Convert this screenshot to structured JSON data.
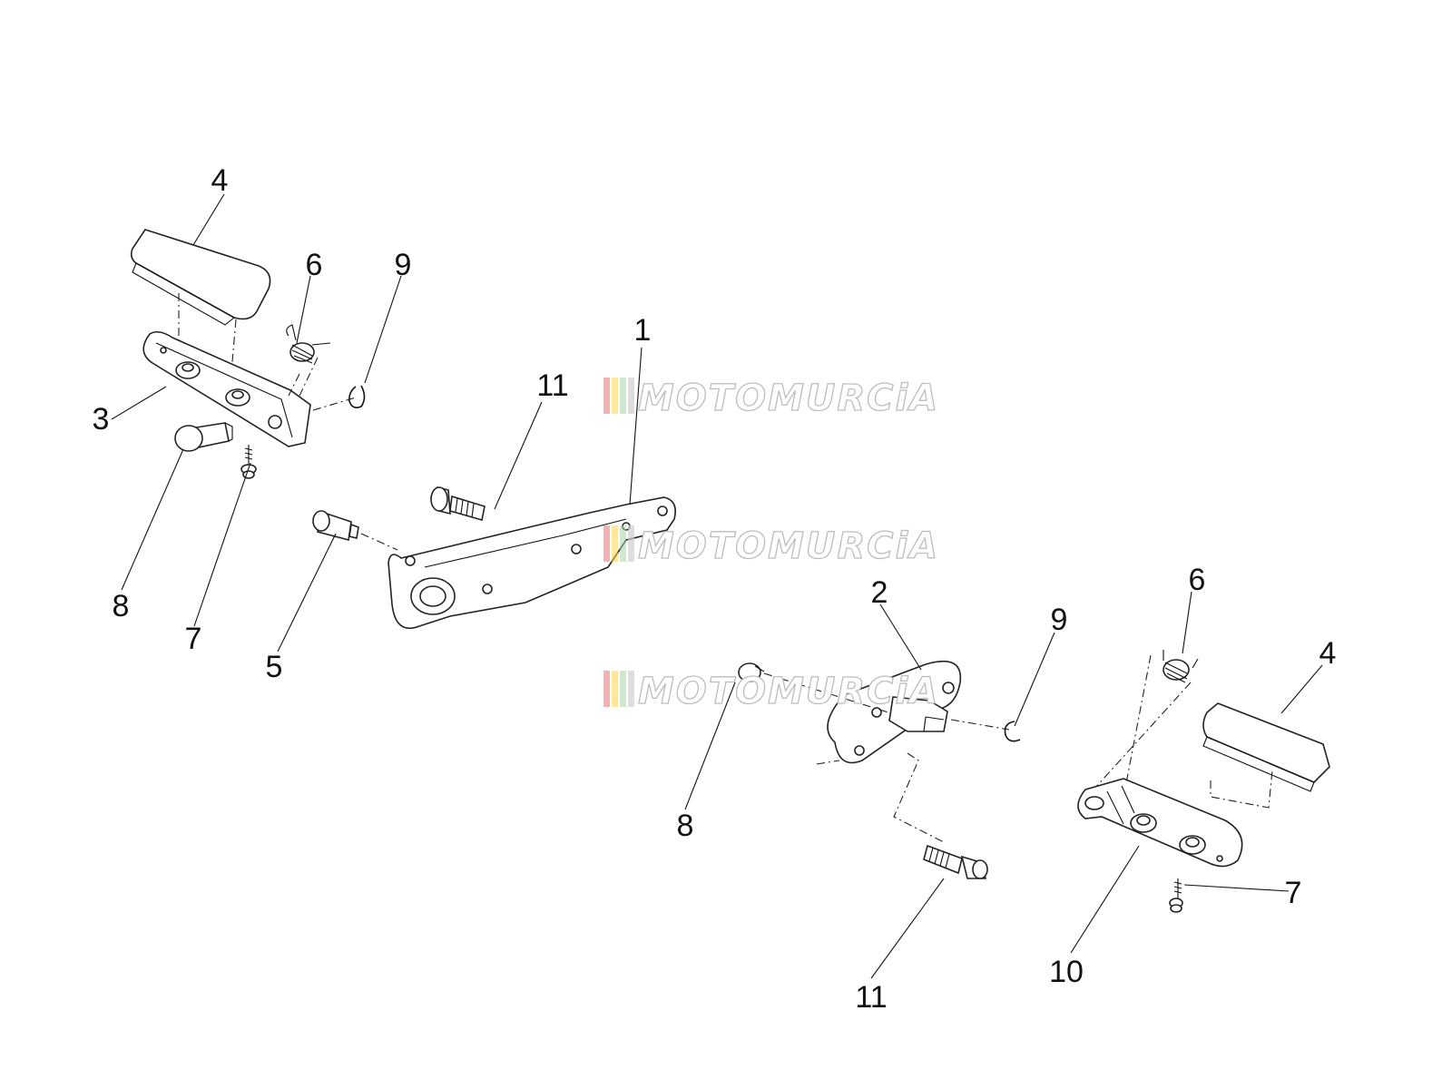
{
  "watermark": {
    "text": "MOTOMURCiA",
    "stripe_colors": [
      "#e57373",
      "#ffd54f",
      "#a5d6a7",
      "#cfcfcf"
    ]
  },
  "callouts": {
    "left_footrest_rubber": "4",
    "left_spring": "6",
    "left_circlip": "9",
    "left_footrest": "3",
    "left_pin": "8",
    "left_screw": "7",
    "bracket_bolt": "11",
    "left_bracket": "1",
    "bushing": "5",
    "right_bracket": "2",
    "right_circlip": "9",
    "right_spring": "6",
    "right_footrest_rubber": "4",
    "right_pin": "8",
    "right_screw": "7",
    "right_footrest": "10",
    "right_bolt": "11"
  }
}
